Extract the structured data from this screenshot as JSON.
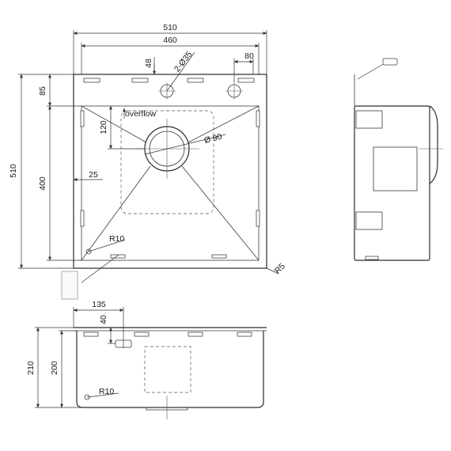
{
  "dimensions": {
    "overall_width": "510",
    "inner_width": "460",
    "slot_offset": "48",
    "tap_holes": "2-Ø35",
    "tap_offset": "80",
    "top_margin": "85",
    "overall_height": "510",
    "bowl_length": "400",
    "drain_offset": "120",
    "drain_diameter": "Ø 90",
    "side_margin": "25",
    "corner_radius": "R10",
    "outer_radius": "R5",
    "front_offset": "135",
    "front_overflow_height": "40",
    "total_depth": "210",
    "bowl_depth": "200",
    "front_corner_radius": "R10"
  },
  "labels": {
    "overflow": "overflow"
  }
}
